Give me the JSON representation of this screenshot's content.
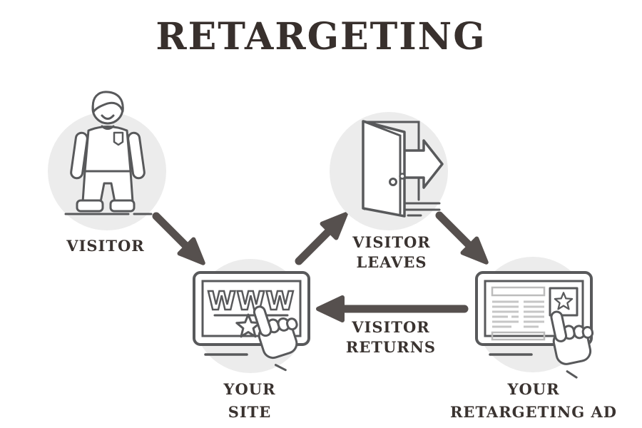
{
  "title": "RETARGETING",
  "nodes": {
    "visitor": {
      "label": "VISITOR",
      "icon": "person-icon"
    },
    "your_site": {
      "label_line1": "YOUR",
      "label_line2": "SITE",
      "icon": "browser-www-icon",
      "www_text": "WWW"
    },
    "visitor_leaves": {
      "label_line1": "VISITOR",
      "label_line2": "LEAVES",
      "icon": "exit-door-icon"
    },
    "your_retargeting_ad": {
      "label_line1": "YOUR",
      "label_line2": "RETARGETING AD",
      "icon": "ad-browser-icon"
    }
  },
  "arrows": {
    "visitor_to_site": {
      "direction": "down-right"
    },
    "site_to_leaves": {
      "direction": "up-right"
    },
    "leaves_to_ad": {
      "direction": "down-right"
    },
    "visitor_returns": {
      "label_line1": "VISITOR",
      "label_line2": "RETURNS",
      "direction": "left"
    }
  },
  "icons": [
    "person-icon",
    "browser-www-icon",
    "exit-door-icon",
    "ad-browser-icon",
    "hand-cursor-icon",
    "star-icon",
    "exit-arrow-icon"
  ],
  "colors": {
    "background": "#ffffff",
    "circle_fill": "#ececec",
    "icon_outline": "#58595b",
    "arrow": "#56504e",
    "text": "#3a3330",
    "light_content_line": "#c6c6c6"
  }
}
